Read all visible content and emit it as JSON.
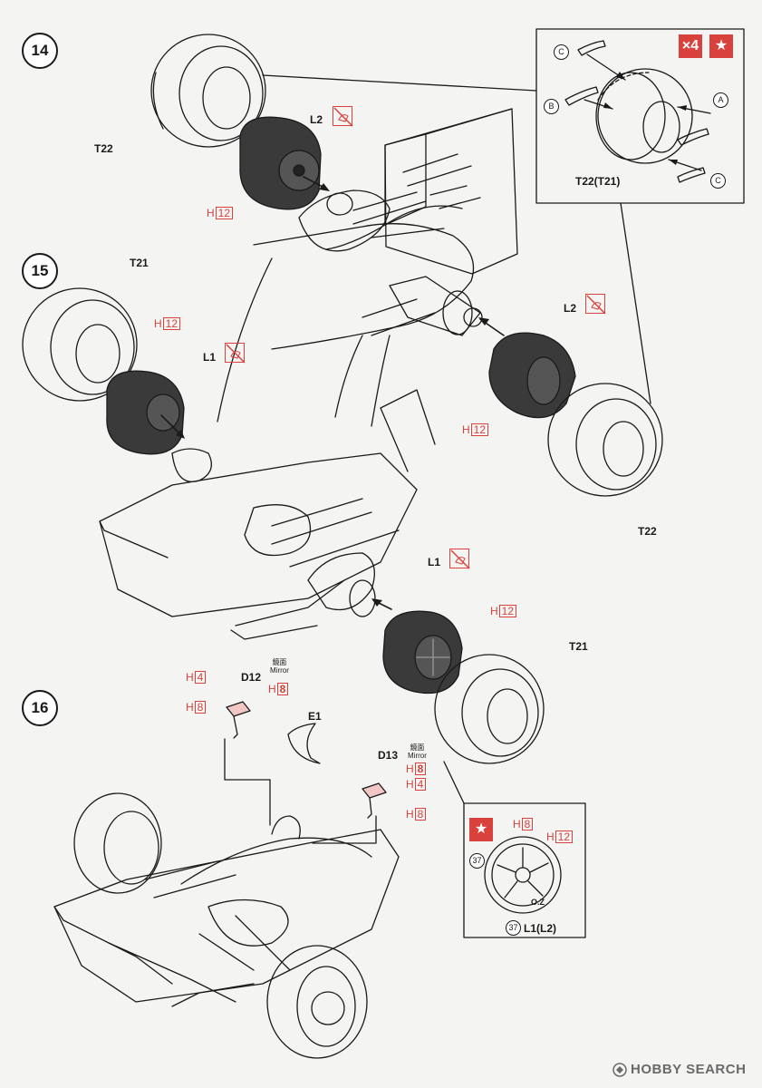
{
  "steps": {
    "s14": "14",
    "s15": "15",
    "s16": "16"
  },
  "parts": {
    "t22_top": "T22",
    "l2_top": "L2",
    "t21_left": "T21",
    "l1_left": "L1",
    "l2_right": "L2",
    "t22_right": "T22",
    "l1_mid": "L1",
    "t21_mid": "T21",
    "d12": "D12",
    "e1": "E1",
    "d13": "D13",
    "detail_tire": "T22(T21)",
    "detail_wheel": "L1(L2)"
  },
  "paint": {
    "prefix": "H",
    "h12": "12",
    "h4": "4",
    "h8": "8"
  },
  "mirror": {
    "jp": "鏡面",
    "en": "Mirror"
  },
  "circled": {
    "a": "A",
    "b": "B",
    "c": "C",
    "num37": "37"
  },
  "badges": {
    "x4": "×4",
    "star": "★"
  },
  "wheel_brand": "O.Z",
  "watermark": "HOBBY SEARCH",
  "colors": {
    "accent": "#d9413c",
    "ink": "#1a1a1a",
    "paper": "#f4f4f2"
  },
  "icons": [
    "no-paint-icon",
    "star-icon",
    "hobby-search-logo-icon"
  ]
}
